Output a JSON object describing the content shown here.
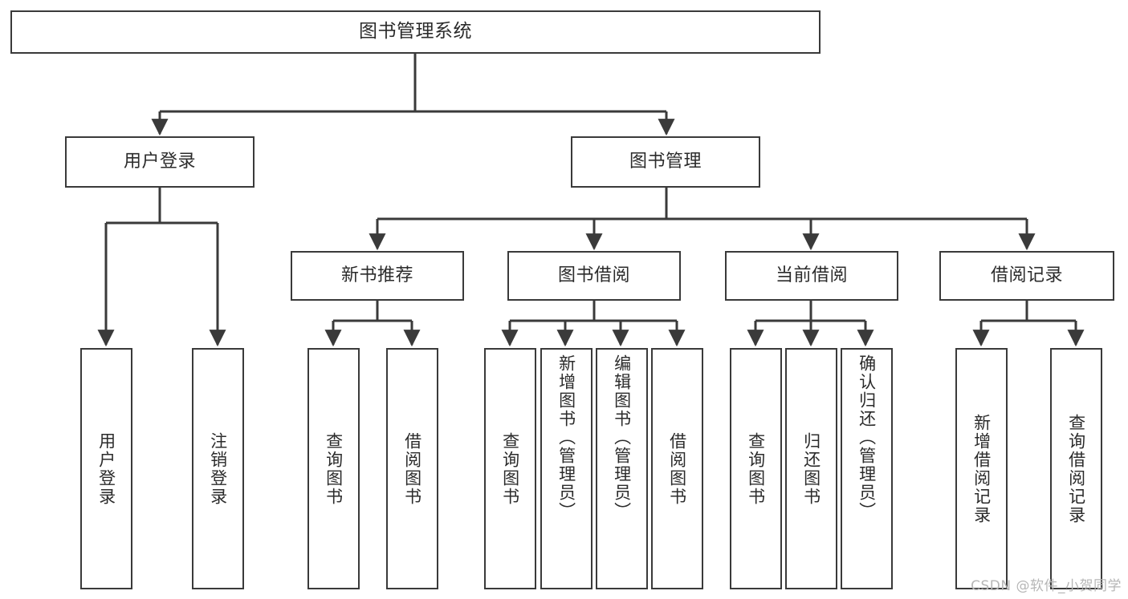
{
  "diagram": {
    "title": "图书管理系统",
    "type": "tree-hierarchy-chart",
    "root": {
      "id": "root",
      "label": "图书管理系统"
    },
    "level2": [
      {
        "id": "user-login",
        "label": "用户登录"
      },
      {
        "id": "book-manage",
        "label": "图书管理"
      }
    ],
    "level3": [
      {
        "id": "new-book-recommend",
        "label": "新书推荐",
        "parent": "book-manage"
      },
      {
        "id": "book-borrow",
        "label": "图书借阅",
        "parent": "book-manage"
      },
      {
        "id": "current-borrow",
        "label": "当前借阅",
        "parent": "book-manage"
      },
      {
        "id": "borrow-record",
        "label": "借阅记录",
        "parent": "book-manage"
      }
    ],
    "leaves": [
      {
        "id": "leaf-user-login",
        "label": "用户登录",
        "parent": "user-login"
      },
      {
        "id": "leaf-logout-login",
        "label": "注销登录",
        "parent": "user-login"
      },
      {
        "id": "leaf-query-book-1",
        "label": "查询图书",
        "parent": "new-book-recommend"
      },
      {
        "id": "leaf-borrow-book-1",
        "label": "借阅图书",
        "parent": "new-book-recommend"
      },
      {
        "id": "leaf-query-book-2",
        "label": "查询图书",
        "parent": "book-borrow"
      },
      {
        "id": "leaf-add-book",
        "label": "新增图书（管理员）",
        "parent": "book-borrow"
      },
      {
        "id": "leaf-edit-book",
        "label": "编辑图书（管理员）",
        "parent": "book-borrow"
      },
      {
        "id": "leaf-borrow-book-2",
        "label": "借阅图书",
        "parent": "book-borrow"
      },
      {
        "id": "leaf-query-book-3",
        "label": "查询图书",
        "parent": "current-borrow"
      },
      {
        "id": "leaf-return-book",
        "label": "归还图书",
        "parent": "current-borrow"
      },
      {
        "id": "leaf-confirm-return",
        "label": "确认归还（管理员）",
        "parent": "current-borrow"
      },
      {
        "id": "leaf-add-record",
        "label": "新增借阅记录",
        "parent": "borrow-record"
      },
      {
        "id": "leaf-query-record",
        "label": "查询借阅记录",
        "parent": "borrow-record"
      }
    ],
    "watermark": "CSDN @软件_小贺同学",
    "colors": {
      "stroke": "#3a3a3a",
      "background": "#ffffff",
      "text": "#2b2b2b",
      "watermark": "#b6b6b6"
    }
  }
}
